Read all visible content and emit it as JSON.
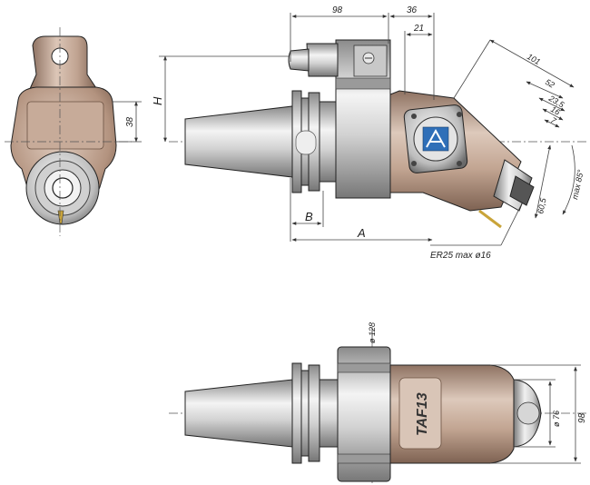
{
  "dimensions": {
    "d98_top": "98",
    "d36": "36",
    "d21": "21",
    "d101": "101",
    "d52": "52",
    "d23_5": "23,5",
    "d16": "16",
    "d7": "7",
    "d60_5": "60,5",
    "max85": "max 85°",
    "H": "H",
    "B": "B",
    "A": "A",
    "d38": "38",
    "collet": "ER25 max ø16",
    "dia128": "ø 128",
    "dia76": "ø 76",
    "d98_bottom": "98"
  },
  "labels": {
    "model": "TAF13"
  },
  "colors": {
    "body": "#b89a88",
    "body_light": "#d8c4b6",
    "body_dark": "#8e7262",
    "steel_light": "#eeeeee",
    "steel_mid": "#c8c8c8",
    "steel_dark": "#8a8a8a",
    "dark": "#2b2b2b",
    "logo_blue": "#2f6fb8"
  }
}
